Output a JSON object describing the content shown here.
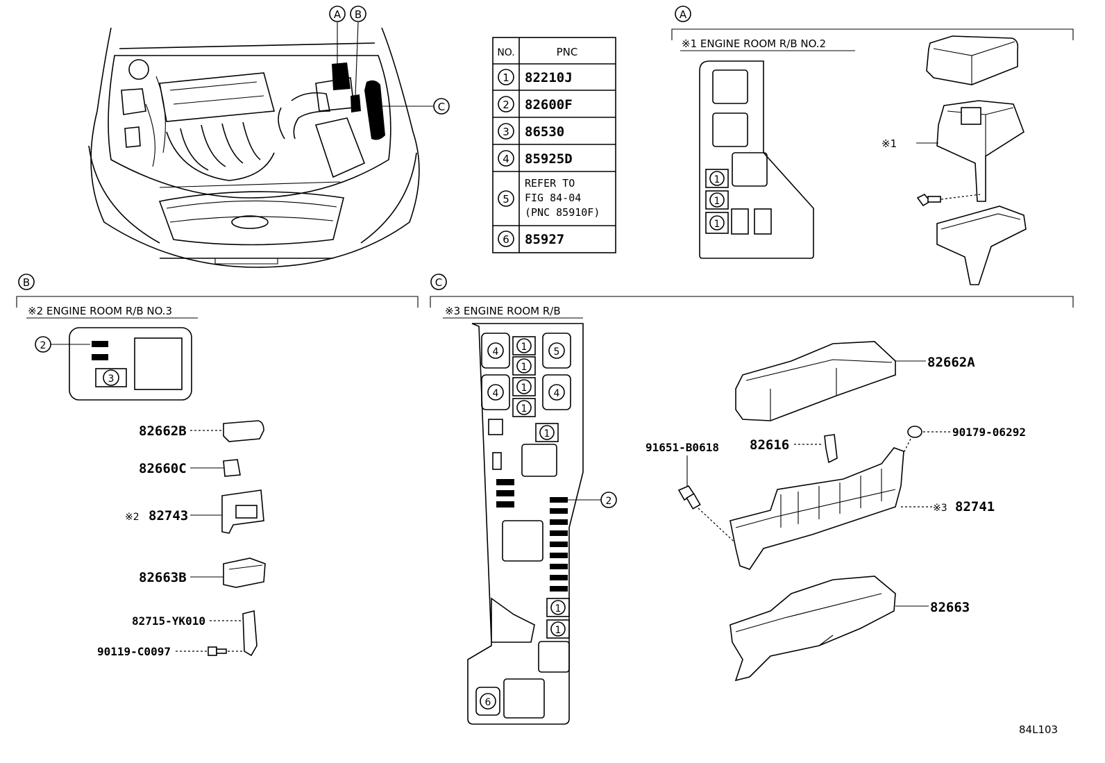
{
  "figure_code": "84L103",
  "callouts": {
    "a": "A",
    "b": "B",
    "c": "C"
  },
  "pnc_table": {
    "header_no": "NO.",
    "header_pnc": "PNC",
    "rows": [
      {
        "no": "1",
        "pnc": "82210J"
      },
      {
        "no": "2",
        "pnc": "82600F"
      },
      {
        "no": "3",
        "pnc": "86530"
      },
      {
        "no": "4",
        "pnc": "85925D"
      },
      {
        "no": "5",
        "pnc_lines": [
          "REFER TO",
          "FIG 84-04",
          "(PNC 85910F)"
        ]
      },
      {
        "no": "6",
        "pnc": "85927"
      }
    ]
  },
  "section_a": {
    "title": "※1 ENGINE ROOM R/B NO.2",
    "ref_mark": "※1",
    "slot_labels": [
      "1",
      "1",
      "1"
    ]
  },
  "section_b": {
    "title": "※2 ENGINE ROOM R/B NO.3",
    "slot_labels": [
      "2",
      "3"
    ],
    "parts": {
      "p1": "82662B",
      "p2": "82660C",
      "p3_mark": "※2",
      "p3": "82743",
      "p4": "82663B",
      "p5": "82715-YK010",
      "p6": "90119-C0097"
    }
  },
  "section_c": {
    "title": "※3 ENGINE ROOM R/B",
    "slot_labels": [
      "4",
      "1",
      "5",
      "1",
      "4",
      "1",
      "4",
      "1",
      "1",
      "2",
      "1",
      "1",
      "6"
    ],
    "parts": {
      "p1": "82662A",
      "p2": "91651-B0618",
      "p3": "82616",
      "p4": "90179-06292",
      "p5_mark": "※3",
      "p5": "82741",
      "p6": "82663"
    }
  }
}
